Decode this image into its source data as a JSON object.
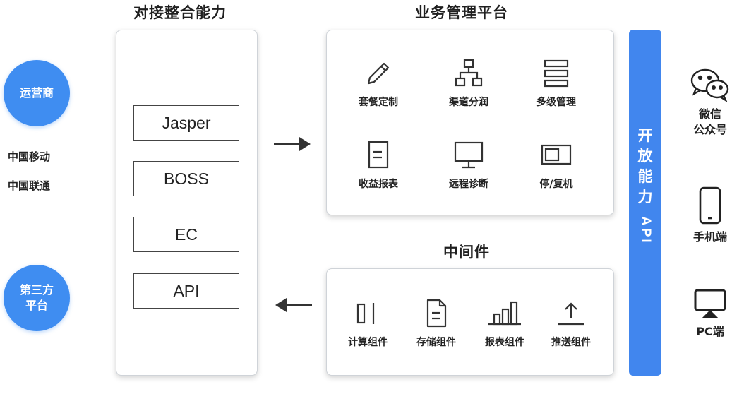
{
  "titles": {
    "integration": "对接整合能力",
    "platform": "业务管理平台",
    "middleware": "中间件"
  },
  "sources": {
    "operator": {
      "label": "运营商",
      "carriers": [
        "中国移动",
        "中国联通"
      ]
    },
    "third_party": {
      "line1": "第三方",
      "line2": "平台"
    }
  },
  "systems": [
    "Jasper",
    "BOSS",
    "EC",
    "API"
  ],
  "platform_features": [
    {
      "label": "套餐定制",
      "icon": "pencil-icon"
    },
    {
      "label": "渠道分润",
      "icon": "org-chart-icon"
    },
    {
      "label": "多级管理",
      "icon": "layers-icon"
    },
    {
      "label": "收益报表",
      "icon": "document-icon"
    },
    {
      "label": "远程诊断",
      "icon": "monitor-icon"
    },
    {
      "label": "停/复机",
      "icon": "toggle-switch-icon"
    }
  ],
  "middleware_components": [
    {
      "label": "计算组件",
      "icon": "compute-icon"
    },
    {
      "label": "存储组件",
      "icon": "storage-file-icon"
    },
    {
      "label": "报表组件",
      "icon": "bar-chart-icon"
    },
    {
      "label": "推送组件",
      "icon": "push-upload-icon"
    }
  ],
  "open_api": {
    "chars": [
      "开",
      "放",
      "能",
      "力"
    ],
    "api": "API"
  },
  "clients": [
    {
      "line1": "微信",
      "line2": "公众号",
      "icon": "wechat-icon"
    },
    {
      "line1": "手机端",
      "line2": "",
      "icon": "mobile-phone-icon"
    },
    {
      "line1": "PC端",
      "line2": "",
      "icon": "desktop-monitor-icon"
    }
  ],
  "colors": {
    "accent": "#4186ee",
    "circle": "#3f8df1",
    "icon_stroke": "#333333"
  }
}
